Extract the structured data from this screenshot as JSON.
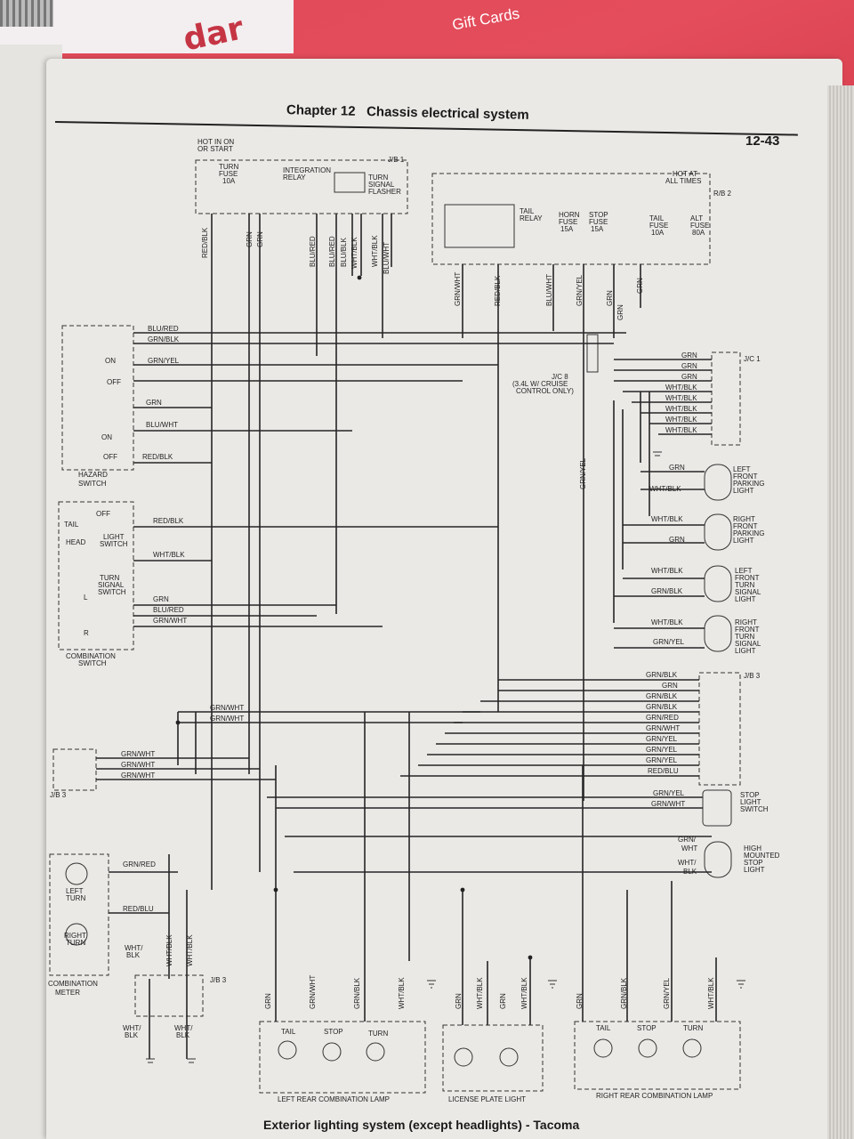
{
  "promo": {
    "logo_text": "dar",
    "label": "Gift Cards"
  },
  "header": {
    "chapter_label": "Chapter 12",
    "chapter_title": "Chassis electrical system",
    "page_number": "12-43"
  },
  "caption": "Exterior lighting system (except headlights) - Tacoma",
  "diagram": {
    "labels": {
      "hot_on_start": "HOT IN ON",
      "hot_on_start_2": "OR START",
      "turn_fuse": "TURN",
      "turn_fuse_2": "FUSE",
      "turn_fuse_3": "10A",
      "integration_relay": "INTEGRATION",
      "integration_relay_2": "RELAY",
      "turn_signal_flasher": "TURN",
      "turn_signal_flasher_2": "SIGNAL",
      "turn_signal_flasher_3": "FLASHER",
      "jb1": "J/B 1",
      "hot_all_times": "HOT AT",
      "hot_all_times_2": "ALL TIMES",
      "rb2": "R/B 2",
      "tail_relay": "TAIL",
      "tail_relay_2": "RELAY",
      "horn_fuse": "HORN",
      "horn_fuse_2": "FUSE",
      "horn_fuse_3": "15A",
      "stop_fuse": "STOP",
      "stop_fuse_2": "FUSE",
      "stop_fuse_3": "15A",
      "tail_fuse": "TAIL",
      "tail_fuse_2": "FUSE",
      "tail_fuse_3": "10A",
      "alt_fuse": "ALT",
      "alt_fuse_2": "FUSE",
      "alt_fuse_3": "80A",
      "jc1": "J/C 1",
      "jc8": "J/C 8",
      "cruise": "(3.4L W/ CRUISE",
      "cruise_2": "CONTROL ONLY)",
      "hazard_switch": "HAZARD",
      "hazard_switch_2": "SWITCH",
      "on": "ON",
      "off": "OFF",
      "tail": "TAIL",
      "head": "HEAD",
      "light_switch": "LIGHT",
      "light_switch_2": "SWITCH",
      "turn_signal_switch": "TURN",
      "turn_signal_switch_2": "SIGNAL",
      "turn_signal_switch_3": "SWITCH",
      "l": "L",
      "r": "R",
      "combination_switch": "COMBINATION",
      "combination_switch_2": "SWITCH",
      "lf_parking": "LEFT",
      "lf_parking_2": "FRONT",
      "lf_parking_3": "PARKING",
      "lf_parking_4": "LIGHT",
      "rf_parking": "RIGHT",
      "rf_parking_2": "FRONT",
      "rf_parking_3": "PARKING",
      "rf_parking_4": "LIGHT",
      "lf_turn": "LEFT",
      "lf_turn_2": "FRONT",
      "lf_turn_3": "TURN",
      "lf_turn_4": "SIGNAL",
      "lf_turn_5": "LIGHT",
      "rf_turn": "RIGHT",
      "rf_turn_2": "FRONT",
      "rf_turn_3": "TURN",
      "rf_turn_4": "SIGNAL",
      "rf_turn_5": "LIGHT",
      "jb3": "J/B 3",
      "stop_light_switch": "STOP",
      "stop_light_switch_2": "LIGHT",
      "stop_light_switch_3": "SWITCH",
      "hm_stop": "HIGH",
      "hm_stop_2": "MOUNTED",
      "hm_stop_3": "STOP",
      "hm_stop_4": "LIGHT",
      "left_turn": "LEFT",
      "left_turn_2": "TURN",
      "right_turn": "RIGHT",
      "right_turn_2": "TURN",
      "combination_meter": "COMBINATION",
      "combination_meter_2": "METER",
      "stop": "STOP",
      "turn": "TURN",
      "lr_combo": "LEFT REAR COMBINATION LAMP",
      "license_plate": "LICENSE PLATE LIGHT",
      "rr_combo": "RIGHT REAR COMBINATION LAMP"
    },
    "wires": {
      "red_blk": "RED/BLK",
      "grn": "GRN",
      "blu_red": "BLU/RED",
      "blu_blk": "BLU/BLK",
      "wht_blk": "WHT/BLK",
      "blu_wht": "BLU/WHT",
      "grn_wht": "GRN/WHT",
      "grn_blk": "GRN/BLK",
      "grn_yel": "GRN/YEL",
      "grn_red": "GRN/RED",
      "red_blu": "RED/BLU",
      "grn_slash": "GRN/",
      "wht_slash": "WHT/",
      "wht_part": "WHT",
      "blk_part": "BLK"
    }
  }
}
